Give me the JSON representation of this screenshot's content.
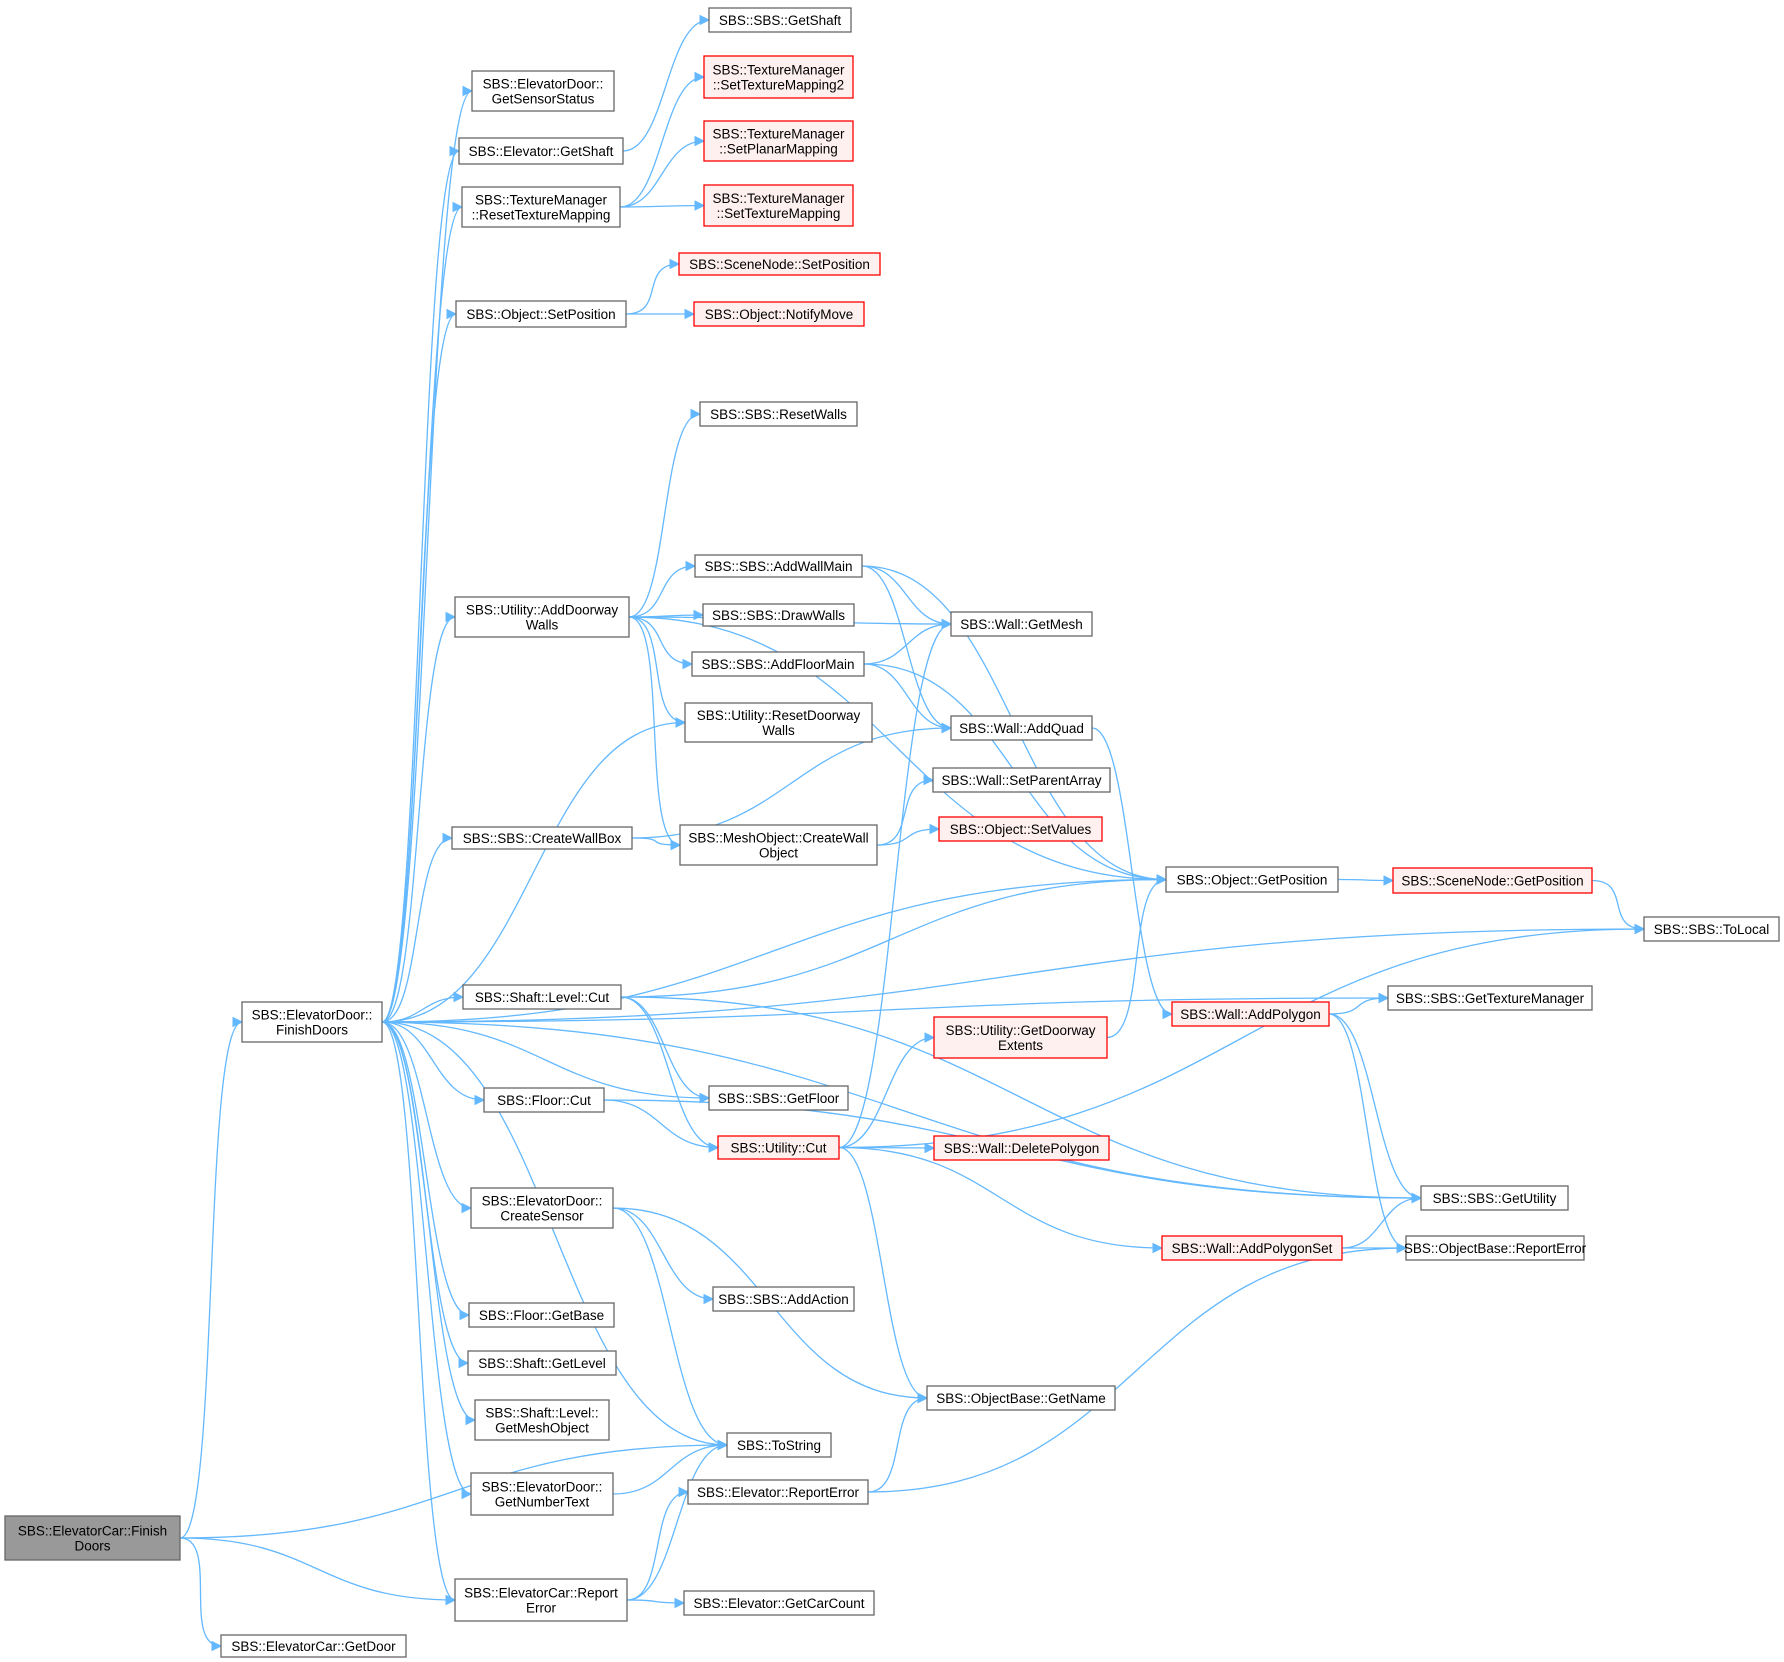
{
  "colors": {
    "edge": "#63b8ff",
    "node_border": "#666666",
    "incomplete_border": "#ff0000",
    "incomplete_fill": "#fff0f0",
    "root_fill": "#999999"
  },
  "nodes": {
    "n1": {
      "label": [
        "SBS::ElevatorCar::Finish",
        "Doors"
      ],
      "style": "root"
    },
    "n2": {
      "label": [
        "SBS::ElevatorDoor::",
        "FinishDoors"
      ],
      "style": "normal"
    },
    "n3": {
      "label": [
        "SBS::ElevatorCar::GetDoor"
      ],
      "style": "normal"
    },
    "n4": {
      "label": [
        "SBS::ElevatorCar::Report",
        "Error"
      ],
      "style": "normal"
    },
    "n5": {
      "label": [
        "SBS::ToString"
      ],
      "style": "normal"
    },
    "n6": {
      "label": [
        "SBS::ElevatorDoor::",
        "GetSensorStatus"
      ],
      "style": "normal"
    },
    "n7": {
      "label": [
        "SBS::Elevator::GetShaft"
      ],
      "style": "normal"
    },
    "n8": {
      "label": [
        "SBS::TextureManager",
        "::ResetTextureMapping"
      ],
      "style": "normal"
    },
    "n9": {
      "label": [
        "SBS::Object::SetPosition"
      ],
      "style": "normal"
    },
    "n10": {
      "label": [
        "SBS::Utility::AddDoorway",
        "Walls"
      ],
      "style": "normal"
    },
    "n11": {
      "label": [
        "SBS::SBS::CreateWallBox"
      ],
      "style": "normal"
    },
    "n12": {
      "label": [
        "SBS::Shaft::Level::Cut"
      ],
      "style": "normal"
    },
    "n13": {
      "label": [
        "SBS::Floor::Cut"
      ],
      "style": "normal"
    },
    "n14": {
      "label": [
        "SBS::ElevatorDoor::",
        "CreateSensor"
      ],
      "style": "normal"
    },
    "n15": {
      "label": [
        "SBS::Floor::GetBase"
      ],
      "style": "normal"
    },
    "n16": {
      "label": [
        "SBS::Shaft::GetLevel"
      ],
      "style": "normal"
    },
    "n17": {
      "label": [
        "SBS::Shaft::Level::",
        "GetMeshObject"
      ],
      "style": "normal"
    },
    "n18": {
      "label": [
        "SBS::ElevatorDoor::",
        "GetNumberText"
      ],
      "style": "normal"
    },
    "n19": {
      "label": [
        "SBS::SBS::GetShaft"
      ],
      "style": "normal"
    },
    "n20": {
      "label": [
        "SBS::TextureManager",
        "::SetTextureMapping2"
      ],
      "style": "red"
    },
    "n21": {
      "label": [
        "SBS::TextureManager",
        "::SetPlanarMapping"
      ],
      "style": "red"
    },
    "n22": {
      "label": [
        "SBS::TextureManager",
        "::SetTextureMapping"
      ],
      "style": "red"
    },
    "n23": {
      "label": [
        "SBS::SceneNode::SetPosition"
      ],
      "style": "red"
    },
    "n24": {
      "label": [
        "SBS::Object::NotifyMove"
      ],
      "style": "red"
    },
    "n25": {
      "label": [
        "SBS::SBS::ResetWalls"
      ],
      "style": "normal"
    },
    "n26": {
      "label": [
        "SBS::SBS::AddWallMain"
      ],
      "style": "normal"
    },
    "n27": {
      "label": [
        "SBS::SBS::DrawWalls"
      ],
      "style": "normal"
    },
    "n28": {
      "label": [
        "SBS::SBS::AddFloorMain"
      ],
      "style": "normal"
    },
    "n29": {
      "label": [
        "SBS::Utility::ResetDoorway",
        "Walls"
      ],
      "style": "normal"
    },
    "n30": {
      "label": [
        "SBS::MeshObject::CreateWall",
        "Object"
      ],
      "style": "normal"
    },
    "n31": {
      "label": [
        "SBS::SBS::GetFloor"
      ],
      "style": "normal"
    },
    "n32": {
      "label": [
        "SBS::Utility::Cut"
      ],
      "style": "red"
    },
    "n33": {
      "label": [
        "SBS::SBS::AddAction"
      ],
      "style": "normal"
    },
    "n34": {
      "label": [
        "SBS::Elevator::ReportError"
      ],
      "style": "normal"
    },
    "n35": {
      "label": [
        "SBS::Elevator::GetCarCount"
      ],
      "style": "normal"
    },
    "n36": {
      "label": [
        "SBS::Wall::GetMesh"
      ],
      "style": "normal"
    },
    "n37": {
      "label": [
        "SBS::Wall::AddQuad"
      ],
      "style": "normal"
    },
    "n38": {
      "label": [
        "SBS::Wall::SetParentArray"
      ],
      "style": "normal"
    },
    "n39": {
      "label": [
        "SBS::Object::SetValues"
      ],
      "style": "red"
    },
    "n40": {
      "label": [
        "SBS::Utility::GetDoorway",
        "Extents"
      ],
      "style": "red"
    },
    "n41": {
      "label": [
        "SBS::Wall::DeletePolygon"
      ],
      "style": "red"
    },
    "n42": {
      "label": [
        "SBS::ObjectBase::GetName"
      ],
      "style": "normal"
    },
    "n43": {
      "label": [
        "SBS::Object::GetPosition"
      ],
      "style": "normal"
    },
    "n44": {
      "label": [
        "SBS::Wall::AddPolygon"
      ],
      "style": "red"
    },
    "n45": {
      "label": [
        "SBS::Wall::AddPolygonSet"
      ],
      "style": "red"
    },
    "n46": {
      "label": [
        "SBS::SceneNode::GetPosition"
      ],
      "style": "red"
    },
    "n47": {
      "label": [
        "SBS::SBS::GetTextureManager"
      ],
      "style": "normal"
    },
    "n48": {
      "label": [
        "SBS::SBS::GetUtility"
      ],
      "style": "normal"
    },
    "n49": {
      "label": [
        "SBS::ObjectBase::ReportError"
      ],
      "style": "normal"
    },
    "n50": {
      "label": [
        "SBS::SBS::ToLocal"
      ],
      "style": "normal"
    }
  },
  "edges": [
    [
      "n1",
      "n2"
    ],
    [
      "n1",
      "n3"
    ],
    [
      "n1",
      "n4"
    ],
    [
      "n1",
      "n5"
    ],
    [
      "n2",
      "n6"
    ],
    [
      "n2",
      "n7"
    ],
    [
      "n2",
      "n8"
    ],
    [
      "n2",
      "n9"
    ],
    [
      "n2",
      "n10"
    ],
    [
      "n2",
      "n11"
    ],
    [
      "n2",
      "n12"
    ],
    [
      "n2",
      "n13"
    ],
    [
      "n2",
      "n14"
    ],
    [
      "n2",
      "n15"
    ],
    [
      "n2",
      "n16"
    ],
    [
      "n2",
      "n17"
    ],
    [
      "n2",
      "n18"
    ],
    [
      "n2",
      "n4"
    ],
    [
      "n2",
      "n5"
    ],
    [
      "n2",
      "n43"
    ],
    [
      "n2",
      "n50"
    ],
    [
      "n2",
      "n31"
    ],
    [
      "n2",
      "n48"
    ],
    [
      "n2",
      "n47"
    ],
    [
      "n2",
      "n29"
    ],
    [
      "n4",
      "n5"
    ],
    [
      "n4",
      "n34"
    ],
    [
      "n4",
      "n35"
    ],
    [
      "n7",
      "n19"
    ],
    [
      "n8",
      "n20"
    ],
    [
      "n8",
      "n21"
    ],
    [
      "n8",
      "n22"
    ],
    [
      "n9",
      "n23"
    ],
    [
      "n9",
      "n24"
    ],
    [
      "n10",
      "n25"
    ],
    [
      "n10",
      "n26"
    ],
    [
      "n10",
      "n27"
    ],
    [
      "n10",
      "n28"
    ],
    [
      "n10",
      "n29"
    ],
    [
      "n10",
      "n30"
    ],
    [
      "n10",
      "n36"
    ],
    [
      "n10",
      "n43"
    ],
    [
      "n11",
      "n30"
    ],
    [
      "n11",
      "n37"
    ],
    [
      "n12",
      "n43"
    ],
    [
      "n12",
      "n31"
    ],
    [
      "n12",
      "n32"
    ],
    [
      "n12",
      "n48"
    ],
    [
      "n13",
      "n32"
    ],
    [
      "n13",
      "n48"
    ],
    [
      "n14",
      "n33"
    ],
    [
      "n14",
      "n42"
    ],
    [
      "n14",
      "n5"
    ],
    [
      "n18",
      "n5"
    ],
    [
      "n26",
      "n36"
    ],
    [
      "n26",
      "n37"
    ],
    [
      "n26",
      "n43"
    ],
    [
      "n28",
      "n36"
    ],
    [
      "n28",
      "n37"
    ],
    [
      "n28",
      "n43"
    ],
    [
      "n30",
      "n38"
    ],
    [
      "n30",
      "n39"
    ],
    [
      "n32",
      "n36"
    ],
    [
      "n32",
      "n40"
    ],
    [
      "n32",
      "n41"
    ],
    [
      "n32",
      "n45"
    ],
    [
      "n32",
      "n42"
    ],
    [
      "n32",
      "n50"
    ],
    [
      "n34",
      "n42"
    ],
    [
      "n34",
      "n49"
    ],
    [
      "n37",
      "n44"
    ],
    [
      "n40",
      "n43"
    ],
    [
      "n43",
      "n46"
    ],
    [
      "n44",
      "n47"
    ],
    [
      "n44",
      "n48"
    ],
    [
      "n44",
      "n49"
    ],
    [
      "n45",
      "n48"
    ],
    [
      "n45",
      "n49"
    ],
    [
      "n46",
      "n50"
    ]
  ]
}
